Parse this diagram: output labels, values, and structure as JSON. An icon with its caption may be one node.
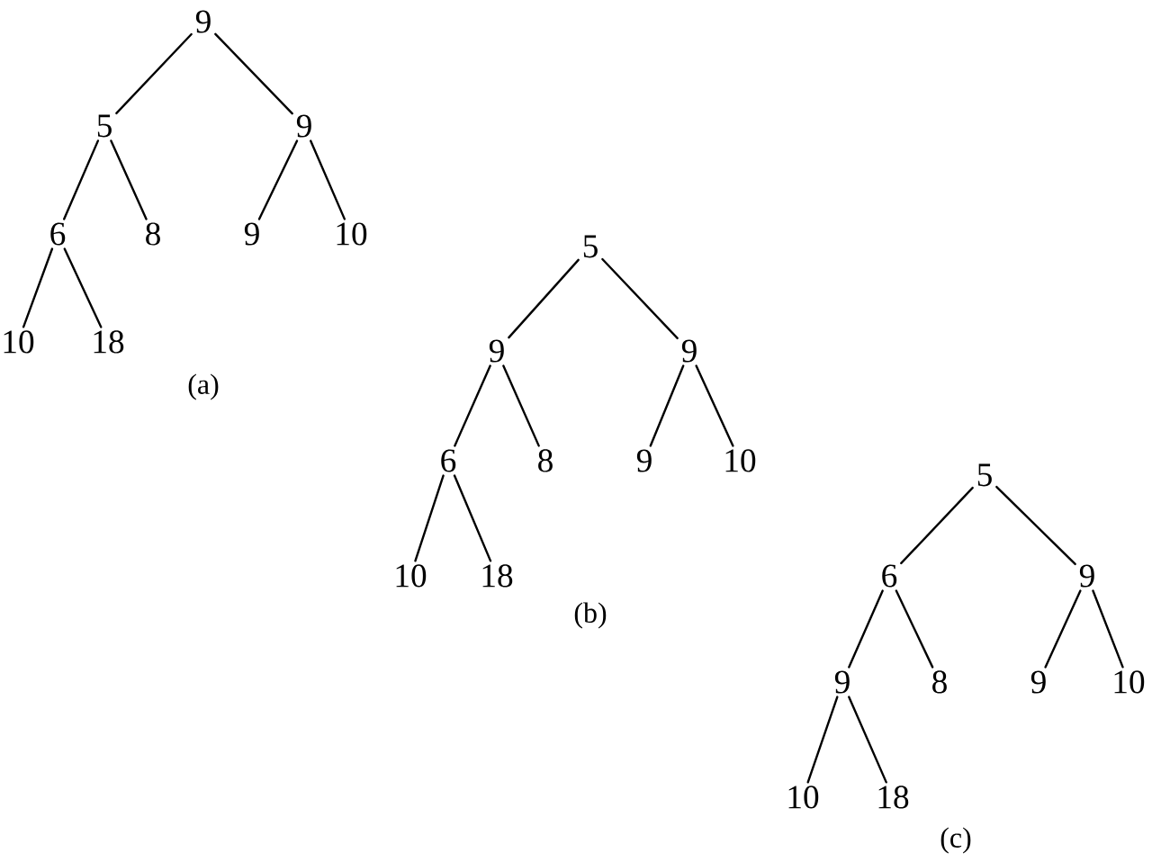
{
  "diagram": {
    "nodes": [
      {
        "text": [
          "9"
        ]
      },
      {
        "text": [
          "5"
        ]
      },
      {
        "text": [
          "9"
        ]
      },
      {
        "text": [
          "6"
        ]
      },
      {
        "text": [
          "8"
        ]
      },
      {
        "text": [
          "9"
        ]
      },
      {
        "text": [
          "10"
        ]
      },
      {
        "text": [
          "10"
        ]
      },
      {
        "text": [
          "18"
        ]
      },
      {
        "text": [
          "5"
        ]
      },
      {
        "text": [
          "9"
        ]
      },
      {
        "text": [
          "9"
        ]
      },
      {
        "text": [
          "6"
        ]
      },
      {
        "text": [
          "8"
        ]
      },
      {
        "text": [
          "9"
        ]
      },
      {
        "text": [
          "10"
        ]
      },
      {
        "text": [
          "10"
        ]
      },
      {
        "text": [
          "18"
        ]
      },
      {
        "text": [
          "5"
        ]
      },
      {
        "text": [
          "6"
        ]
      },
      {
        "text": [
          "9"
        ]
      },
      {
        "text": [
          "9"
        ]
      },
      {
        "text": [
          "8"
        ]
      },
      {
        "text": [
          "9"
        ]
      },
      {
        "text": [
          "10"
        ]
      },
      {
        "text": [
          "10"
        ]
      },
      {
        "text": [
          "18"
        ]
      }
    ],
    "edges": [
      {
        "from": 0,
        "to": 1,
        "arrow": "none"
      },
      {
        "from": 0,
        "to": 2,
        "arrow": "none"
      },
      {
        "from": 1,
        "to": 3,
        "arrow": "none"
      },
      {
        "from": 1,
        "to": 4,
        "arrow": "none"
      },
      {
        "from": 2,
        "to": 5,
        "arrow": "none"
      },
      {
        "from": 2,
        "to": 6,
        "arrow": "none"
      },
      {
        "from": 3,
        "to": 7,
        "arrow": "none"
      },
      {
        "from": 3,
        "to": 8,
        "arrow": "none"
      },
      {
        "from": 9,
        "to": 10,
        "arrow": "none"
      },
      {
        "from": 9,
        "to": 11,
        "arrow": "none"
      },
      {
        "from": 10,
        "to": 12,
        "arrow": "none"
      },
      {
        "from": 10,
        "to": 13,
        "arrow": "none"
      },
      {
        "from": 11,
        "to": 14,
        "arrow": "none"
      },
      {
        "from": 11,
        "to": 15,
        "arrow": "none"
      },
      {
        "from": 12,
        "to": 16,
        "arrow": "none"
      },
      {
        "from": 12,
        "to": 17,
        "arrow": "none"
      },
      {
        "from": 18,
        "to": 19,
        "arrow": "none"
      },
      {
        "from": 18,
        "to": 20,
        "arrow": "none"
      },
      {
        "from": 19,
        "to": 21,
        "arrow": "none"
      },
      {
        "from": 19,
        "to": 22,
        "arrow": "none"
      },
      {
        "from": 20,
        "to": 23,
        "arrow": "none"
      },
      {
        "from": 20,
        "to": 24,
        "arrow": "none"
      },
      {
        "from": 21,
        "to": 25,
        "arrow": "none"
      },
      {
        "from": 21,
        "to": 26,
        "arrow": "none"
      }
    ],
    "labels": [
      "(a)",
      "(b)",
      "(c)"
    ]
  }
}
